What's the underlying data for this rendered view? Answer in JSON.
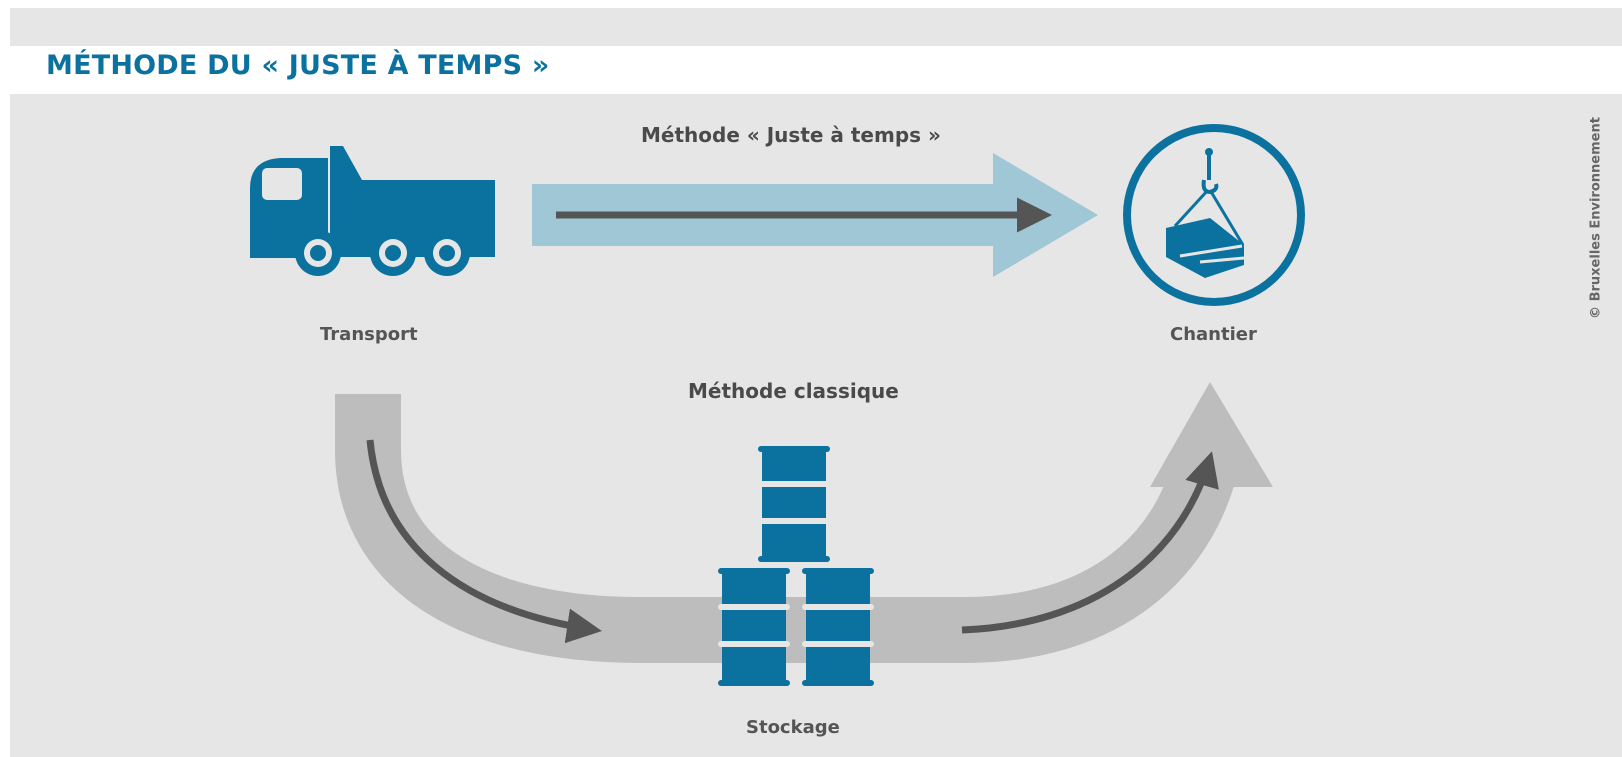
{
  "title": "MÉTHODE DU « JUSTE À TEMPS »",
  "labels": {
    "jit_method": "Méthode « Juste à temps »",
    "classic_method": "Méthode classique",
    "transport": "Transport",
    "site": "Chantier",
    "storage": "Stockage"
  },
  "credit": "© Bruxelles Environnement",
  "icons": {
    "transport": "dump-truck-icon",
    "site": "crane-hook-load-icon",
    "storage": "stacked-barrels-icon"
  },
  "colors": {
    "title": "#0b72a0",
    "icon_blue": "#0b72a0",
    "jit_arrow_band": "#9fc7d6",
    "classic_arrow_band": "#bdbdbd",
    "inner_arrow": "#555555",
    "background": "#e6e6e6"
  }
}
